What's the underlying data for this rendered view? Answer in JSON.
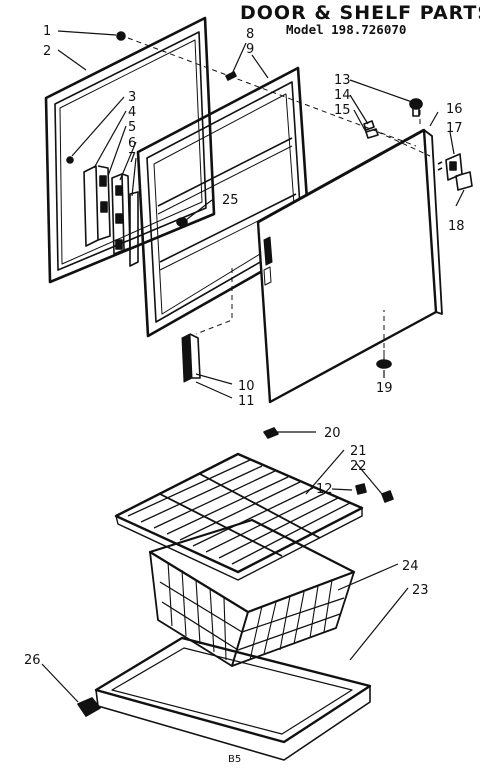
{
  "header": {
    "title": "DOOR & SHELF PARTS",
    "model": "Model 198.726070"
  },
  "callouts": [
    "1",
    "2",
    "3",
    "4",
    "5",
    "6",
    "7",
    "8",
    "9",
    "10",
    "11",
    "12",
    "13",
    "14",
    "15",
    "16",
    "17",
    "18",
    "19",
    "20",
    "21",
    "22",
    "23",
    "24",
    "25",
    "26"
  ],
  "footer_code": "B5",
  "colors": {
    "ink": "#111111",
    "door_fill": "#ffffff",
    "background": "#ffffff"
  }
}
